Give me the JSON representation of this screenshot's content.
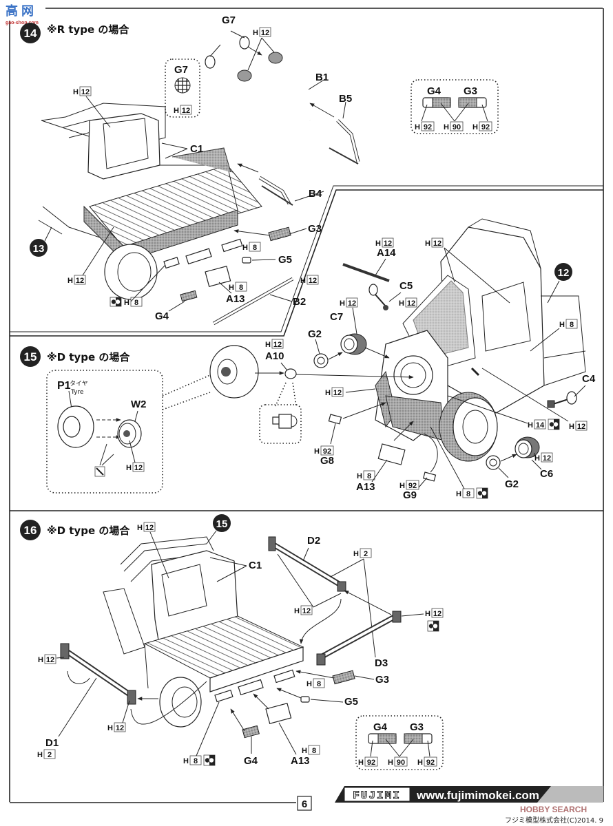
{
  "watermark": {
    "top_left_chars": "高 网",
    "top_left_sub": "gao-shop.com",
    "bottom_right": "HOBBY SEARCH"
  },
  "steps": [
    {
      "number": "14",
      "title": "※R type の場合"
    },
    {
      "number": "15",
      "title": "※D type の場合"
    },
    {
      "number": "16",
      "title": "※D type の場合"
    }
  ],
  "references": {
    "step13": "13",
    "step12": "12",
    "step15": "15"
  },
  "step14": {
    "labels": {
      "G7_a": "G7",
      "G7_inset": "G7",
      "B1": "B1",
      "B5": "B5",
      "B4": "B4",
      "C1": "C1",
      "G3": "G3",
      "G5": "G5",
      "A13": "A13",
      "B2": "B2",
      "G4": "G4"
    },
    "paint": {
      "g7_top": "12",
      "g7_inset": "12",
      "cab_window": "12",
      "bed": "12",
      "g3_side": "8",
      "a13": "8",
      "b2": "12",
      "g4": "8"
    },
    "lens_inset": {
      "left_label": "G4",
      "right_label": "G3",
      "codes": [
        "92",
        "90",
        "92"
      ]
    }
  },
  "step15": {
    "inset": {
      "p1": "P1",
      "p1_jp": "タイヤ",
      "p1_en": "Tyre",
      "w2": "W2",
      "w2_paint": "12"
    },
    "labels": {
      "A10": "A10",
      "A14": "A14",
      "C5": "C5",
      "C7": "C7",
      "G2_a": "G2",
      "G2_b": "G2",
      "C4": "C4",
      "C6": "C6",
      "G8": "G8",
      "A13": "A13",
      "G9": "G9"
    },
    "paint": {
      "a10": "12",
      "a14": "12",
      "c5": "12",
      "c7": "12",
      "cab_top": "12",
      "body_side": "8",
      "bumper": "12",
      "c4_h14": "14",
      "c4_h12": "12",
      "c6": "12",
      "g8": "92",
      "a13": "8",
      "g9": "92",
      "grille": "8"
    }
  },
  "step16": {
    "labels": {
      "C1": "C1",
      "D2": "D2",
      "D3": "D3",
      "D1": "D1",
      "G3": "G3",
      "G5": "G5",
      "G4": "G4",
      "A13": "A13"
    },
    "paint": {
      "window": "12",
      "d2_top": "2",
      "d2_end": "12",
      "d3_end": "12",
      "d1_top": "12",
      "d1_mid": "12",
      "d1": "2",
      "g3_side": "8",
      "g4": "8",
      "a13": "8"
    },
    "lens_inset": {
      "left_label": "G4",
      "right_label": "G3",
      "codes": [
        "92",
        "90",
        "92"
      ]
    }
  },
  "footer": {
    "page": "6",
    "brand": "FUJIMI",
    "url": "www.fujimimokei.com",
    "copyright": "フジミ模型株式会社(C)2014. 9"
  },
  "paint_prefix": "H"
}
